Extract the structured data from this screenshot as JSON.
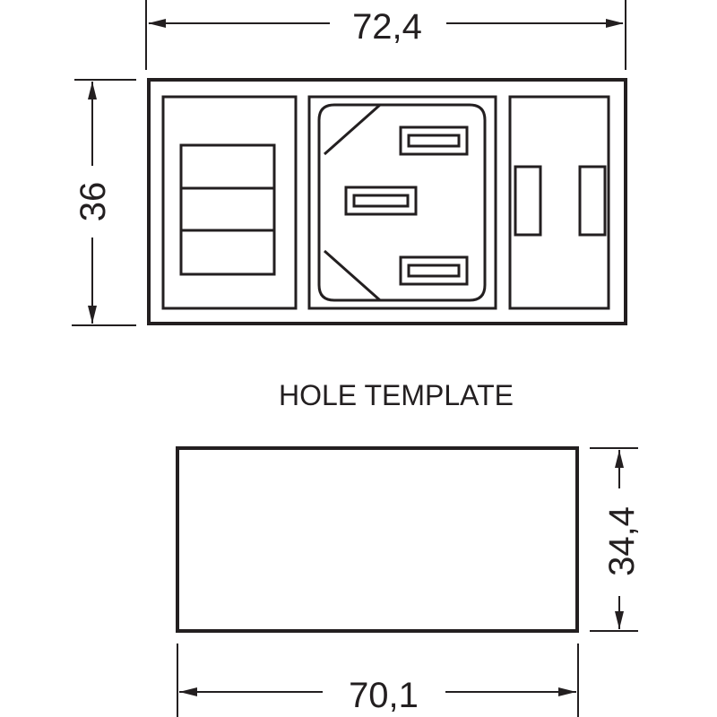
{
  "drawing": {
    "dimensions": {
      "module_width": "72,4",
      "module_height": "36",
      "hole_width": "70,1",
      "hole_height": "34,4"
    },
    "hole_template_label": "HOLE TEMPLATE",
    "line_color": "#231f20",
    "background_color": "#ffffff"
  }
}
